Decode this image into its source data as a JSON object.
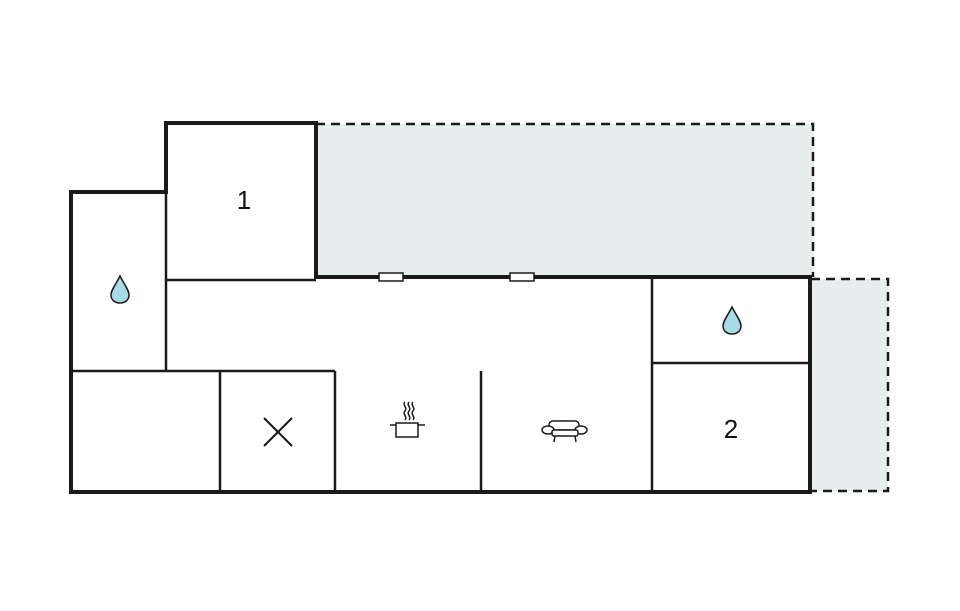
{
  "floorplan": {
    "rooms": [
      {
        "id": "bedroom-1",
        "label": "1"
      },
      {
        "id": "bedroom-2",
        "label": "2"
      }
    ],
    "icons": {
      "water": "water-drop-icon",
      "cooking": "cooking-pot-icon",
      "sofa": "sofa-icon",
      "utility": "cross-mark-icon"
    },
    "colors": {
      "wall": "#1a1a1a",
      "terrace_fill": "#e8eeee",
      "water_drop": "#a8dbe8",
      "window": "#ffffff"
    }
  }
}
